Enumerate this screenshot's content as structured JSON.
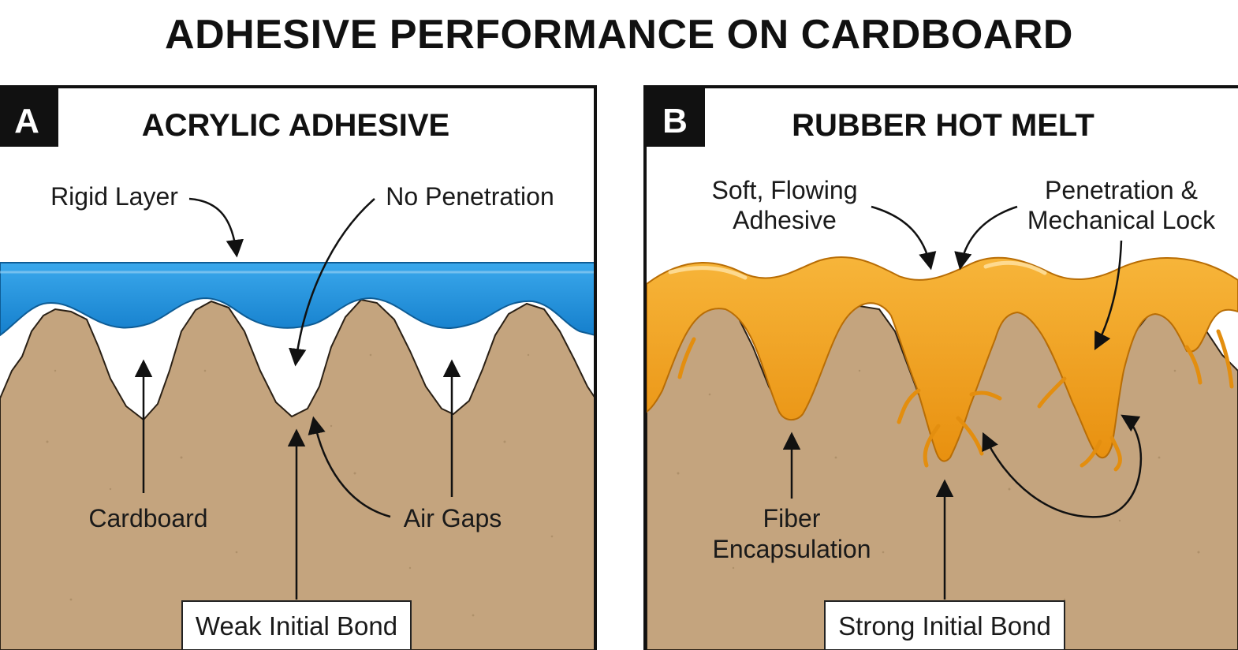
{
  "title": "ADHESIVE PERFORMANCE ON CARDBOARD",
  "panels": [
    {
      "badge": "A",
      "title": "ACRYLIC ADHESIVE",
      "labels": {
        "rigid_layer": "Rigid Layer",
        "no_penetration": "No Penetration",
        "cardboard": "Cardboard",
        "air_gaps": "Air Gaps",
        "bond": "Weak Initial Bond"
      },
      "adhesive_color": "#1e8fd8"
    },
    {
      "badge": "B",
      "title": "RUBBER HOT MELT",
      "labels": {
        "soft_line1": "Soft, Flowing",
        "soft_line2": "Adhesive",
        "penetration_line1": "Penetration &",
        "penetration_line2": "Mechanical Lock",
        "fiber_line1": "Fiber",
        "fiber_line2": "Encapsulation",
        "bond": "Strong Initial Bond"
      },
      "adhesive_color": "#f0a21e"
    }
  ],
  "colors": {
    "cardboard": "#c4a47e",
    "frame": "#111111"
  }
}
